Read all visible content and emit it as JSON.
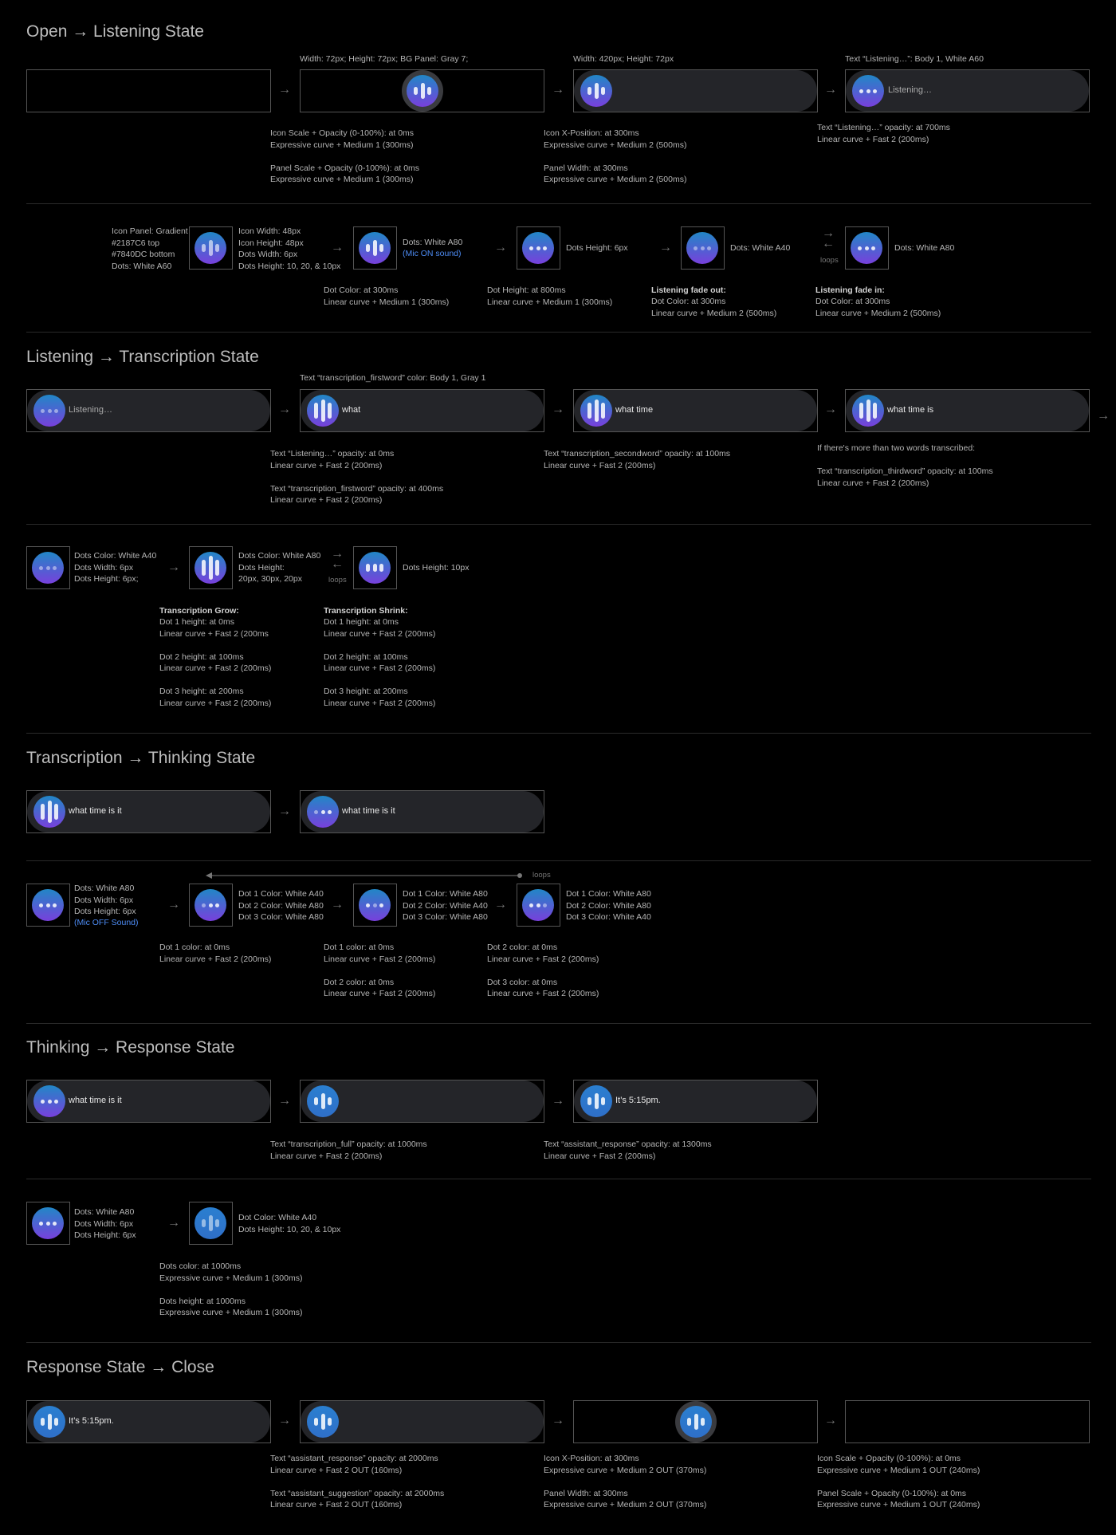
{
  "sections": [
    {
      "title": "Open → Listening State"
    },
    {
      "title": "Listening → Transcription State"
    },
    {
      "title": "Transcription → Thinking State"
    },
    {
      "title": "Thinking → Response State"
    },
    {
      "title": "Response State → Close"
    }
  ],
  "arrow_glyph": "→",
  "loop_arrows": "→\n←",
  "loops_label": "loops",
  "open": {
    "top_labels": [
      "Width: 72px; Height: 72px; BG Panel: Gray 7;",
      "Width: 420px; Height: 72px",
      "Text “Listening…”: Body 1, White A60"
    ],
    "listening_text": "Listening…",
    "notes": [
      "Icon Scale + Opacity (0-100%): at 0ms\nExpressive curve + Medium 1 (300ms)\n\nPanel Scale + Opacity (0-100%): at 0ms\nExpressive curve + Medium 1 (300ms)",
      "Icon X-Position: at 300ms\nExpressive curve + Medium 2 (500ms)\n\nPanel Width: at 300ms\nExpressive curve + Medium 2 (500ms)",
      "Text “Listening…” opacity: at 700ms\nLinear curve + Fast 2 (200ms)"
    ],
    "icon_panel_label": "Icon Panel: Gradient\n#2187C6 top\n#7840DC bottom\nDots: White A60",
    "icon_specs": "Icon Width: 48px\nIcon Height: 48px\nDots Width: 6px\nDots Height: 10, 20, & 10px",
    "dots_a80": "Dots: White A80",
    "mic_on": "(Mic ON sound)",
    "dots_height_6": "Dots Height: 6px",
    "dots_a40": "Dots: White A40",
    "dots_a80_b": "Dots: White A80",
    "bottom_notes": [
      "Dot Color: at 300ms\nLinear curve + Medium 1 (300ms)",
      "Dot Height: at 800ms\nLinear curve + Medium 1 (300ms)"
    ],
    "fade_out_title": "Listening fade out:",
    "fade_out_body": "Dot Color: at 300ms\nLinear curve + Medium 2 (500ms)",
    "fade_in_title": "Listening fade in:",
    "fade_in_body": "Dot Color: at 300ms\nLinear curve + Medium 2 (500ms)"
  },
  "transcription": {
    "top_label": "Text “transcription_firstword” color: Body 1, Gray 1",
    "pill_texts": [
      "Listening…",
      "what",
      "what time",
      "what time is"
    ],
    "notes": [
      "Text “Listening…” opacity: at 0ms\nLinear curve + Fast 2 (200ms)\n\nText “transcription_firstword” opacity: at 400ms\nLinear curve + Fast 2 (200ms)",
      "Text “transcription_secondword” opacity: at 100ms\nLinear curve + Fast 2 (200ms)",
      "If there's more than two words transcribed:\n\nText “transcription_thirdword” opacity: at 100ms\nLinear curve + Fast 2 (200ms)"
    ],
    "dots_spec_1": "Dots Color: White A40\nDots Width: 6px\nDots Height: 6px;",
    "dots_spec_2": "Dots Color: White A80\nDots Height:\n20px, 30px, 20px",
    "dots_spec_3": "Dots Height: 10px",
    "grow_title": "Transcription Grow:",
    "grow_body": "Dot 1 height: at 0ms\nLinear curve + Fast 2 (200ms\n\nDot 2 height: at 100ms\nLinear curve + Fast 2 (200ms)\n\nDot 3 height: at 200ms\nLinear curve + Fast 2 (200ms)",
    "shrink_title": "Transcription Shrink:",
    "shrink_body": "Dot 1 height: at 0ms\nLinear curve + Fast 2 (200ms)\n\nDot 2 height: at 100ms\nLinear curve + Fast 2 (200ms)\n\nDot 3 height: at 200ms\nLinear curve + Fast 2 (200ms)"
  },
  "thinking": {
    "pill_texts": [
      "what time is it",
      "what time is it"
    ],
    "dots_spec": "Dots: White A80\nDots Width: 6px\nDots Height: 6px",
    "mic_off": "(Mic OFF Sound)",
    "dot_colors": [
      "Dot 1 Color: White A40\nDot 2 Color: White A80\nDot 3 Color: White A80",
      "Dot 1 Color: White A80\nDot 2 Color: White A40\nDot 3 Color: White A80",
      "Dot 1 Color: White A80\nDot 2 Color: White A80\nDot 3 Color: White A40"
    ],
    "notes": [
      "Dot 1 color: at 0ms\nLinear curve + Fast 2 (200ms)",
      "Dot 1 color: at 0ms\nLinear curve + Fast 2 (200ms)\n\nDot 2 color: at 0ms\nLinear curve + Fast 2 (200ms)",
      "Dot 2 color: at 0ms\nLinear curve + Fast 2 (200ms)\n\nDot 3 color: at 0ms\nLinear curve + Fast 2 (200ms)"
    ]
  },
  "response": {
    "pill_texts": [
      "what time is it",
      "",
      "It’s 5:15pm."
    ],
    "notes": [
      "Text “transcription_full” opacity: at 1000ms\nLinear curve + Fast 2 (200ms)",
      "Text “assistant_response” opacity: at 1300ms\nLinear curve + Fast 2 (200ms)"
    ],
    "dots_spec": "Dots: White A80\nDots Width: 6px\nDots Height: 6px",
    "dot_spec_2": "Dot Color: White A40\nDots Height: 10, 20, & 10px",
    "bottom_note": "Dots color: at 1000ms\nExpressive curve + Medium 1 (300ms)\n\nDots height: at 1000ms\nExpressive curve + Medium 1 (300ms)"
  },
  "close": {
    "pill_text": "It’s 5:15pm.",
    "notes": [
      "Text “assistant_response” opacity: at 2000ms\nLinear curve + Fast 2 OUT (160ms)\n\nText “assistant_suggestion” opacity: at 2000ms\nLinear curve + Fast 2 OUT (160ms)",
      "Icon X-Position: at 300ms\nExpressive curve + Medium 2 OUT (370ms)\n\nPanel Width: at 300ms\nExpressive curve + Medium 2 OUT (370ms)",
      "Icon Scale + Opacity (0-100%): at 0ms\nExpressive curve + Medium 1 OUT (240ms)\n\nPanel Scale + Opacity (0-100%): at 0ms\nExpressive curve + Medium 1 OUT (240ms)"
    ]
  }
}
